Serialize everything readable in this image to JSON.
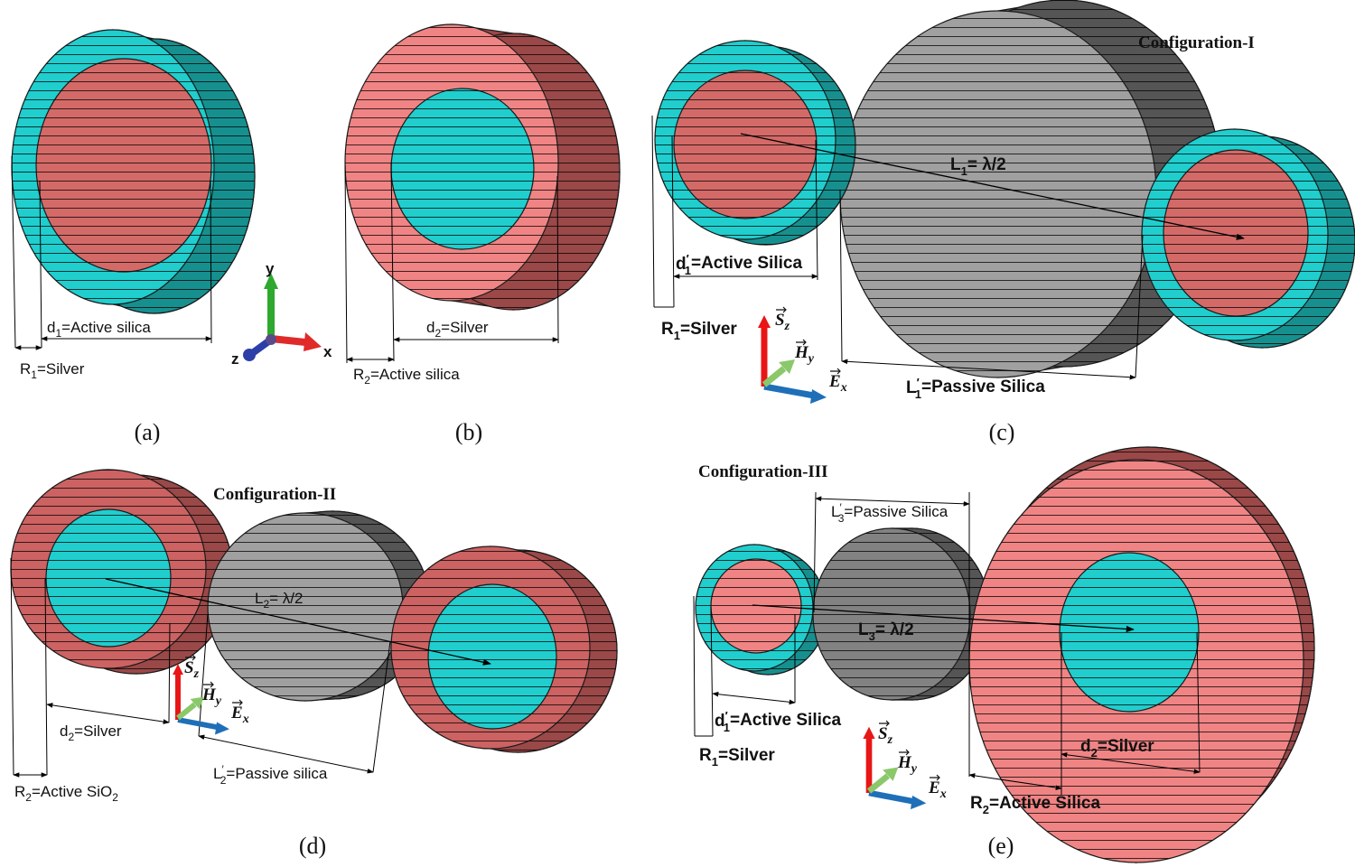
{
  "colors": {
    "silver": "#20cece",
    "silver_side": "#16908f",
    "active_light": "#f08484",
    "active_dark": "#cc6262",
    "active_side": "#9a4848",
    "passive_light": "#a0a0a0",
    "passive_dark": "#828282",
    "passive_side": "#555555",
    "core_on_cyan": "#d46a68",
    "hatch": "#000000",
    "axis_x": "#e02a2a",
    "axis_y": "#2ea82e",
    "axis_z": "#2c3fa8",
    "vec_s": "#e81616",
    "vec_h": "#8ac86a",
    "vec_e": "#1e6fb8"
  },
  "panel_labels": [
    "(a)",
    "(b)",
    "(c)",
    "(d)",
    "(e)"
  ],
  "titles": {
    "c": "Configuration-I",
    "d": "Configuration-II",
    "e": "Configuration-III"
  },
  "axes_icon": {
    "x": "x",
    "y": "y",
    "z": "z"
  },
  "vectors": {
    "s": "S",
    "s_sub": "z",
    "h": "H",
    "h_sub": "y",
    "e": "E",
    "e_sub": "x"
  },
  "labels": {
    "a": {
      "d1": {
        "base": "d",
        "sub": "1",
        "rest": "=Active silica"
      },
      "r1": {
        "base": "R",
        "sub": "1",
        "rest": "=Silver"
      }
    },
    "b": {
      "d2": {
        "base": "d",
        "sub": "2",
        "rest": "=Silver"
      },
      "r2": {
        "base": "R",
        "sub": "2",
        "rest": "=Active silica"
      }
    },
    "c": {
      "d1p": {
        "base": "d",
        "sub": "1",
        "prime": "′",
        "rest": "=Active Silica"
      },
      "r1": {
        "base": "R",
        "sub": "1",
        "rest": "=Silver"
      },
      "l1": {
        "base": "L",
        "sub": "1",
        "rest": "= λ/2"
      },
      "l1p": {
        "base": "L",
        "prime": "′",
        "sub": "1",
        "rest": "=Passive Silica"
      }
    },
    "d": {
      "d2": {
        "base": "d",
        "sub": "2",
        "rest": "=Silver"
      },
      "r2": {
        "base": "R",
        "sub": "2",
        "rest": "=Active SiO",
        "sub2": "2"
      },
      "l2": {
        "base": "L",
        "sub": "2",
        "rest": "= λ/2"
      },
      "l2p": {
        "base": "L",
        "prime": "′",
        "sub": "2",
        "rest": "=Passive silica"
      }
    },
    "e": {
      "l3p": {
        "base": "L",
        "prime": "′",
        "sub": "3",
        "rest": "=Passive Silica"
      },
      "l3": {
        "base": "L",
        "sub": "3",
        "rest": "= λ/2"
      },
      "d1p": {
        "base": "d",
        "sub": "1",
        "prime": "′",
        "rest": "=Active Silica"
      },
      "r1": {
        "base": "R",
        "sub": "1",
        "rest": "=Silver"
      },
      "d2": {
        "base": "d",
        "sub": "2",
        "rest": "=Silver"
      },
      "r2": {
        "base": "R",
        "sub": "2",
        "rest": "=Active Silica"
      }
    }
  }
}
